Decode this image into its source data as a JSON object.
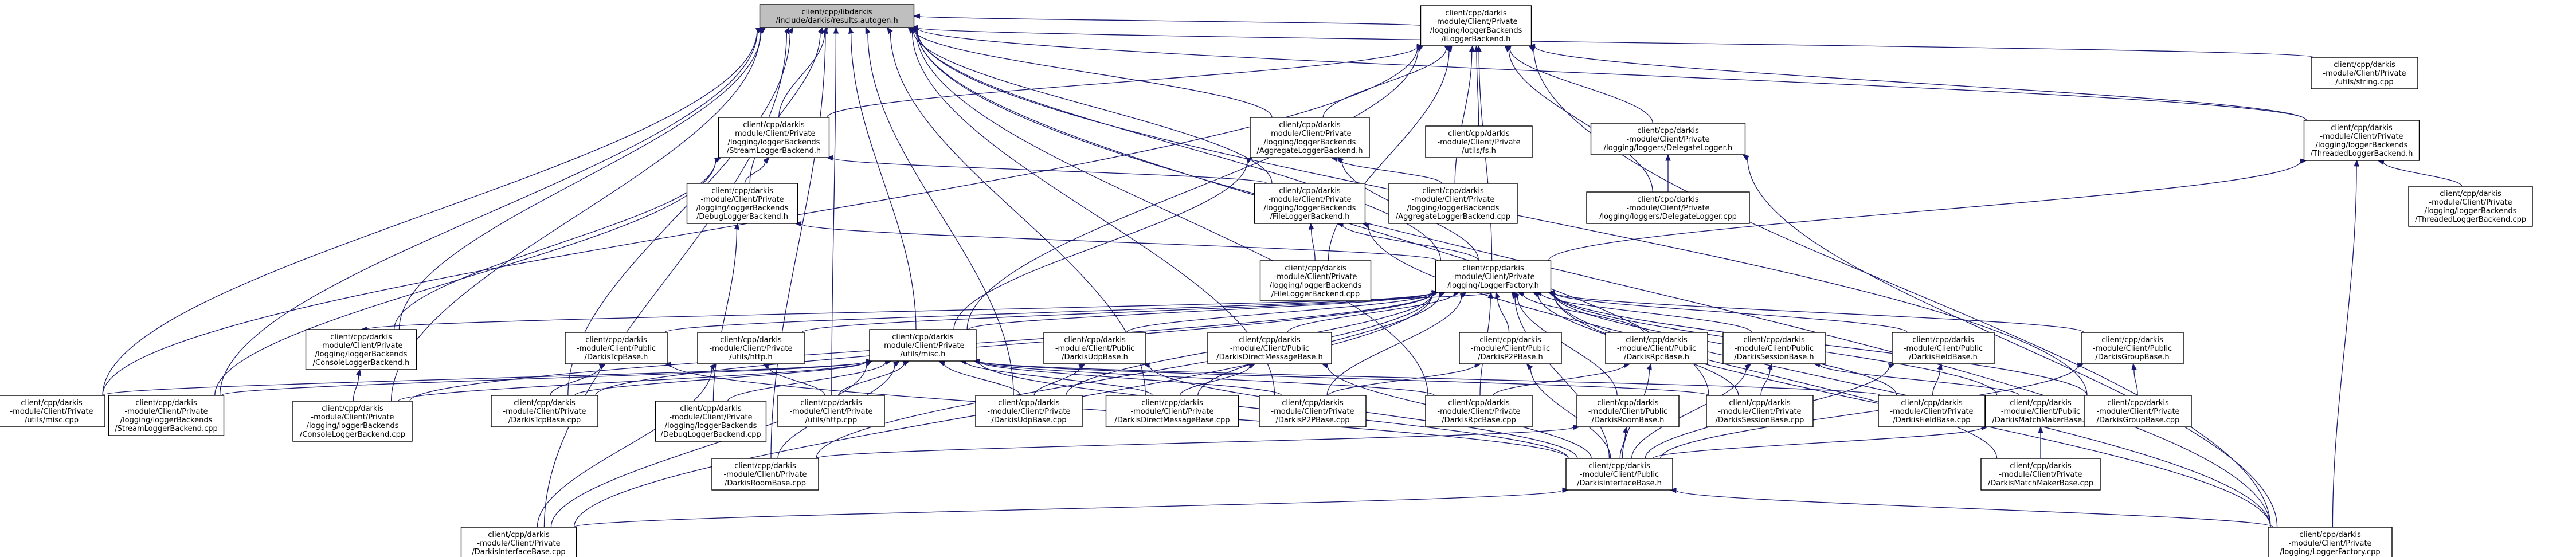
{
  "diagram": {
    "title": "",
    "nodes": [
      {
        "id": "autogen",
        "lines": [
          "client/cpp/libdarkis",
          "/include/darkis/results.autogen.h"
        ],
        "root": true
      },
      {
        "id": "ilb",
        "lines": [
          "client/cpp/darkis",
          "-module/Client/Private",
          "/logging/loggerBackends",
          "/iLoggerBackend.h"
        ]
      },
      {
        "id": "str",
        "lines": [
          "client/cpp/darkis",
          "-module/Client/Private",
          "/utils/string.cpp"
        ]
      },
      {
        "id": "slbh",
        "lines": [
          "client/cpp/darkis",
          "-module/Client/Private",
          "/logging/loggerBackends",
          "/StreamLoggerBackend.h"
        ]
      },
      {
        "id": "alb",
        "lines": [
          "client/cpp/darkis",
          "-module/Client/Private",
          "/logging/loggerBackends",
          "/AggregateLoggerBackend.h"
        ]
      },
      {
        "id": "fsh",
        "lines": [
          "client/cpp/darkis",
          "-module/Client/Private",
          "/utils/fs.h"
        ]
      },
      {
        "id": "dlh",
        "lines": [
          "client/cpp/darkis",
          "-module/Client/Private",
          "/logging/loggers/DelegateLogger.h"
        ]
      },
      {
        "id": "tlbh",
        "lines": [
          "client/cpp/darkis",
          "-module/Client/Private",
          "/logging/loggerBackends",
          "/ThreadedLoggerBackend.h"
        ]
      },
      {
        "id": "dlbh",
        "lines": [
          "client/cpp/darkis",
          "-module/Client/Private",
          "/logging/loggerBackends",
          "/DebugLoggerBackend.h"
        ]
      },
      {
        "id": "flbh",
        "lines": [
          "client/cpp/darkis",
          "-module/Client/Private",
          "/logging/loggerBackends",
          "/FileLoggerBackend.h"
        ]
      },
      {
        "id": "albc",
        "lines": [
          "client/cpp/darkis",
          "-module/Client/Private",
          "/logging/loggerBackends",
          "/AggregateLoggerBackend.cpp"
        ]
      },
      {
        "id": "dlc",
        "lines": [
          "client/cpp/darkis",
          "-module/Client/Private",
          "/logging/loggers/DelegateLogger.cpp"
        ]
      },
      {
        "id": "tlbc",
        "lines": [
          "client/cpp/darkis",
          "-module/Client/Private",
          "/logging/loggerBackends",
          "/ThreadedLoggerBackend.cpp"
        ]
      },
      {
        "id": "flbc",
        "lines": [
          "client/cpp/darkis",
          "-module/Client/Private",
          "/logging/loggerBackends",
          "/FileLoggerBackend.cpp"
        ]
      },
      {
        "id": "lfh",
        "lines": [
          "client/cpp/darkis",
          "-module/Client/Private",
          "/logging/LoggerFactory.h"
        ]
      },
      {
        "id": "clbh",
        "lines": [
          "client/cpp/darkis",
          "-module/Client/Private",
          "/logging/loggerBackends",
          "/ConsoleLoggerBackend.h"
        ]
      },
      {
        "id": "tcpb",
        "lines": [
          "client/cpp/darkis",
          "-module/Client/Public",
          "/DarkisTcpBase.h"
        ]
      },
      {
        "id": "httph",
        "lines": [
          "client/cpp/darkis",
          "-module/Client/Private",
          "/utils/http.h"
        ]
      },
      {
        "id": "misch",
        "lines": [
          "client/cpp/darkis",
          "-module/Client/Private",
          "/utils/misc.h"
        ]
      },
      {
        "id": "udpb",
        "lines": [
          "client/cpp/darkis",
          "-module/Client/Public",
          "/DarkisUdpBase.h"
        ]
      },
      {
        "id": "dmb",
        "lines": [
          "client/cpp/darkis",
          "-module/Client/Public",
          "/DarkisDirectMessageBase.h"
        ]
      },
      {
        "id": "p2pb",
        "lines": [
          "client/cpp/darkis",
          "-module/Client/Public",
          "/DarkisP2PBase.h"
        ]
      },
      {
        "id": "rpcb",
        "lines": [
          "client/cpp/darkis",
          "-module/Client/Public",
          "/DarkisRpcBase.h"
        ]
      },
      {
        "id": "sesb",
        "lines": [
          "client/cpp/darkis",
          "-module/Client/Public",
          "/DarkisSessionBase.h"
        ]
      },
      {
        "id": "fieldb",
        "lines": [
          "client/cpp/darkis",
          "-module/Client/Public",
          "/DarkisFieldBase.h"
        ]
      },
      {
        "id": "groupb",
        "lines": [
          "client/cpp/darkis",
          "-module/Client/Public",
          "/DarkisGroupBase.h"
        ]
      },
      {
        "id": "miscc",
        "lines": [
          "client/cpp/darkis",
          "-module/Client/Private",
          "/utils/misc.cpp"
        ]
      },
      {
        "id": "slbc",
        "lines": [
          "client/cpp/darkis",
          "-module/Client/Private",
          "/logging/loggerBackends",
          "/StreamLoggerBackend.cpp"
        ]
      },
      {
        "id": "clbc",
        "lines": [
          "client/cpp/darkis",
          "-module/Client/Private",
          "/logging/loggerBackends",
          "/ConsoleLoggerBackend.cpp"
        ]
      },
      {
        "id": "tcpc",
        "lines": [
          "client/cpp/darkis",
          "-module/Client/Private",
          "/DarkisTcpBase.cpp"
        ]
      },
      {
        "id": "dlbc",
        "lines": [
          "client/cpp/darkis",
          "-module/Client/Private",
          "/logging/loggerBackends",
          "/DebugLoggerBackend.cpp"
        ]
      },
      {
        "id": "httpc",
        "lines": [
          "client/cpp/darkis",
          "-module/Client/Private",
          "/utils/http.cpp"
        ]
      },
      {
        "id": "udpc",
        "lines": [
          "client/cpp/darkis",
          "-module/Client/Private",
          "/DarkisUdpBase.cpp"
        ]
      },
      {
        "id": "dmc",
        "lines": [
          "client/cpp/darkis",
          "-module/Client/Private",
          "/DarkisDirectMessageBase.cpp"
        ]
      },
      {
        "id": "p2pc",
        "lines": [
          "client/cpp/darkis",
          "-module/Client/Private",
          "/DarkisP2PBase.cpp"
        ]
      },
      {
        "id": "rpcc",
        "lines": [
          "client/cpp/darkis",
          "-module/Client/Private",
          "/DarkisRpcBase.cpp"
        ]
      },
      {
        "id": "roomb",
        "lines": [
          "client/cpp/darkis",
          "-module/Client/Public",
          "/DarkisRoomBase.h"
        ]
      },
      {
        "id": "sesc",
        "lines": [
          "client/cpp/darkis",
          "-module/Client/Private",
          "/DarkisSessionBase.cpp"
        ]
      },
      {
        "id": "fieldc",
        "lines": [
          "client/cpp/darkis",
          "-module/Client/Private",
          "/DarkisFieldBase.cpp"
        ]
      },
      {
        "id": "mmb",
        "lines": [
          "client/cpp/darkis",
          "-module/Client/Public",
          "/DarkisMatchMakerBase.h"
        ]
      },
      {
        "id": "groupc",
        "lines": [
          "client/cpp/darkis",
          "-module/Client/Private",
          "/DarkisGroupBase.cpp"
        ]
      },
      {
        "id": "roomc",
        "lines": [
          "client/cpp/darkis",
          "-module/Client/Private",
          "/DarkisRoomBase.cpp"
        ]
      },
      {
        "id": "ifb",
        "lines": [
          "client/cpp/darkis",
          "-module/Client/Public",
          "/DarkisInterfaceBase.h"
        ]
      },
      {
        "id": "mmc",
        "lines": [
          "client/cpp/darkis",
          "-module/Client/Private",
          "/DarkisMatchMakerBase.cpp"
        ]
      },
      {
        "id": "ifc",
        "lines": [
          "client/cpp/darkis",
          "-module/Client/Private",
          "/DarkisInterfaceBase.cpp"
        ]
      },
      {
        "id": "lfc",
        "lines": [
          "client/cpp/darkis",
          "-module/Client/Private",
          "/logging/LoggerFactory.cpp"
        ]
      }
    ],
    "edges": [
      [
        "autogen",
        "ilb"
      ],
      [
        "autogen",
        "str"
      ],
      [
        "autogen",
        "slbh"
      ],
      [
        "autogen",
        "alb"
      ],
      [
        "autogen",
        "dlbh"
      ],
      [
        "autogen",
        "flbh"
      ],
      [
        "autogen",
        "tlbh"
      ],
      [
        "autogen",
        "lfh"
      ],
      [
        "autogen",
        "clbh"
      ],
      [
        "autogen",
        "misch"
      ],
      [
        "autogen",
        "miscc"
      ],
      [
        "autogen",
        "slbc"
      ],
      [
        "autogen",
        "clbc"
      ],
      [
        "autogen",
        "tcpc"
      ],
      [
        "autogen",
        "httpc"
      ],
      [
        "autogen",
        "udpc"
      ],
      [
        "autogen",
        "dmc"
      ],
      [
        "autogen",
        "p2pc"
      ],
      [
        "autogen",
        "rpcc"
      ],
      [
        "autogen",
        "sesc"
      ],
      [
        "autogen",
        "groupc"
      ],
      [
        "autogen",
        "roomc"
      ],
      [
        "autogen",
        "ifc"
      ],
      [
        "autogen",
        "lfc"
      ],
      [
        "ilb",
        "slbh"
      ],
      [
        "ilb",
        "alb"
      ],
      [
        "ilb",
        "fsh"
      ],
      [
        "ilb",
        "dlh"
      ],
      [
        "ilb",
        "tlbh"
      ],
      [
        "ilb",
        "albc"
      ],
      [
        "ilb",
        "dlc"
      ],
      [
        "ilb",
        "lfh"
      ],
      [
        "ilb",
        "misch"
      ],
      [
        "ilb",
        "lfc"
      ],
      [
        "ilb",
        "miscc"
      ],
      [
        "ilb",
        "flbc"
      ],
      [
        "slbh",
        "dlbh"
      ],
      [
        "slbh",
        "flbh"
      ],
      [
        "slbh",
        "slbc"
      ],
      [
        "slbh",
        "clbh"
      ],
      [
        "alb",
        "albc"
      ],
      [
        "alb",
        "lfh"
      ],
      [
        "alb",
        "misch"
      ],
      [
        "dlh",
        "dlc"
      ],
      [
        "dlh",
        "lfc"
      ],
      [
        "tlbh",
        "tlbc"
      ],
      [
        "tlbh",
        "lfh"
      ],
      [
        "tlbh",
        "lfc"
      ],
      [
        "dlbh",
        "dlbc"
      ],
      [
        "dlbh",
        "lfh"
      ],
      [
        "flbh",
        "flbc"
      ],
      [
        "flbh",
        "lfh"
      ],
      [
        "flbh",
        "lfc"
      ],
      [
        "lfh",
        "tcpb"
      ],
      [
        "lfh",
        "httph"
      ],
      [
        "lfh",
        "misch"
      ],
      [
        "lfh",
        "udpb"
      ],
      [
        "lfh",
        "dmb"
      ],
      [
        "lfh",
        "p2pb"
      ],
      [
        "lfh",
        "rpcb"
      ],
      [
        "lfh",
        "sesb"
      ],
      [
        "lfh",
        "fieldb"
      ],
      [
        "lfh",
        "groupb"
      ],
      [
        "lfh",
        "roomb"
      ],
      [
        "lfh",
        "mmb"
      ],
      [
        "lfh",
        "ifb"
      ],
      [
        "lfh",
        "lfc"
      ],
      [
        "lfh",
        "clbc"
      ],
      [
        "lfh",
        "tcpc"
      ],
      [
        "lfh",
        "udpc"
      ],
      [
        "lfh",
        "dmc"
      ],
      [
        "lfh",
        "p2pc"
      ],
      [
        "lfh",
        "rpcc"
      ],
      [
        "lfh",
        "sesc"
      ],
      [
        "lfh",
        "fieldc"
      ],
      [
        "lfh",
        "groupc"
      ],
      [
        "lfh",
        "mmc"
      ],
      [
        "lfh",
        "ifc"
      ],
      [
        "lfh",
        "roomc"
      ],
      [
        "clbh",
        "clbc"
      ],
      [
        "clbh",
        "lfh"
      ],
      [
        "tcpb",
        "tcpc"
      ],
      [
        "tcpb",
        "ifb"
      ],
      [
        "httph",
        "httpc"
      ],
      [
        "httph",
        "ifc"
      ],
      [
        "misch",
        "miscc"
      ],
      [
        "misch",
        "slbc"
      ],
      [
        "misch",
        "clbc"
      ],
      [
        "misch",
        "tcpc"
      ],
      [
        "misch",
        "dlbc"
      ],
      [
        "misch",
        "httpc"
      ],
      [
        "misch",
        "udpc"
      ],
      [
        "misch",
        "dmc"
      ],
      [
        "misch",
        "p2pc"
      ],
      [
        "misch",
        "rpcc"
      ],
      [
        "misch",
        "sesc"
      ],
      [
        "misch",
        "fieldc"
      ],
      [
        "misch",
        "roomc"
      ],
      [
        "misch",
        "ifb"
      ],
      [
        "misch",
        "ifc"
      ],
      [
        "udpb",
        "udpc"
      ],
      [
        "udpb",
        "ifb"
      ],
      [
        "dmb",
        "dmc"
      ],
      [
        "dmb",
        "ifb"
      ],
      [
        "p2pb",
        "p2pc"
      ],
      [
        "p2pb",
        "ifb"
      ],
      [
        "rpcb",
        "rpcc"
      ],
      [
        "rpcb",
        "ifb"
      ],
      [
        "sesb",
        "sesc"
      ],
      [
        "sesb",
        "ifb"
      ],
      [
        "sesb",
        "mmb"
      ],
      [
        "fieldb",
        "fieldc"
      ],
      [
        "fieldb",
        "ifb"
      ],
      [
        "groupb",
        "groupc"
      ],
      [
        "groupb",
        "ifb"
      ],
      [
        "roomb",
        "roomc"
      ],
      [
        "roomb",
        "ifb"
      ],
      [
        "mmb",
        "mmc"
      ],
      [
        "mmb",
        "ifb"
      ],
      [
        "ifb",
        "ifc"
      ],
      [
        "ifb",
        "lfc"
      ]
    ]
  }
}
